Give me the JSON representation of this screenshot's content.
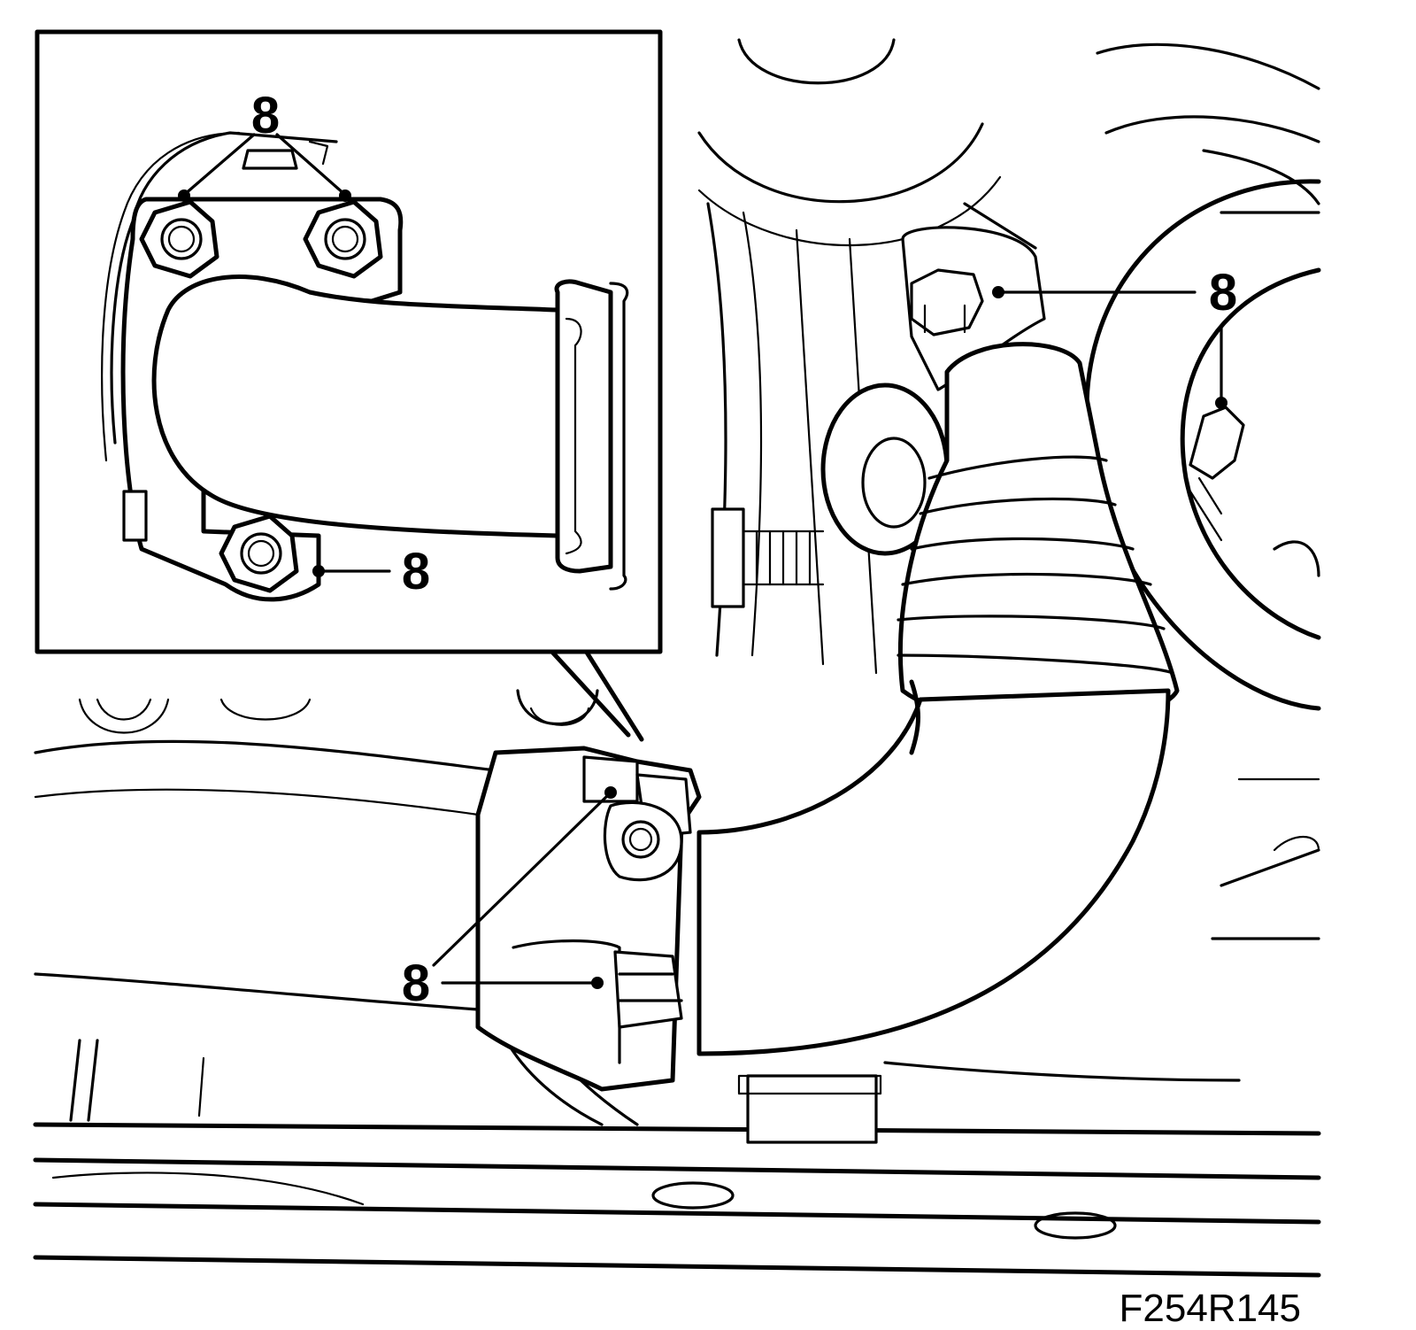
{
  "figure": {
    "reference_code": "F254R145",
    "callout_label": "8",
    "callouts": [
      {
        "id": "inset-top-left",
        "label": "8"
      },
      {
        "id": "inset-top-right",
        "label": "8"
      },
      {
        "id": "inset-bottom",
        "label": "8"
      },
      {
        "id": "main-top-right-nut",
        "label": "8"
      },
      {
        "id": "main-right-bolt",
        "label": "8"
      },
      {
        "id": "main-flange-top",
        "label": "8"
      },
      {
        "id": "main-flange-bottom",
        "label": "8"
      }
    ]
  }
}
